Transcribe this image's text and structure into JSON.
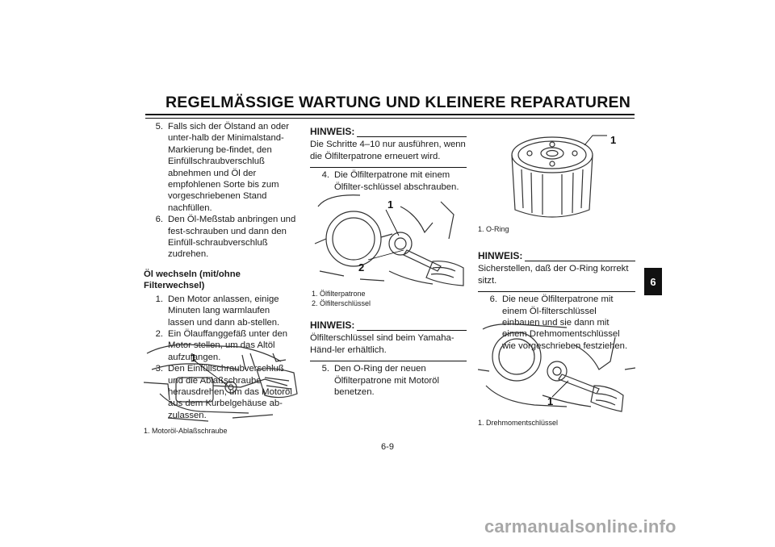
{
  "header": {
    "title": "REGELMÄSSIGE WARTUNG UND KLEINERE REPARATUREN"
  },
  "chapter_tab": "6",
  "column1": {
    "steps_top": [
      {
        "num": "5.",
        "text": "Falls sich der Ölstand an oder unter-halb der Minimalstand-Markierung be-findet, den Einfüllschraubverschluß abnehmen und Öl der empfohlenen Sorte bis zum vorgeschriebenen Stand nachfüllen."
      },
      {
        "num": "6.",
        "text": "Den Öl-Meßstab anbringen und fest-schrauben und dann den Einfüll-schraubverschluß zudrehen."
      }
    ],
    "section_heading": "Öl wechseln (mit/ohne Filterwechsel)",
    "steps": [
      {
        "num": "1.",
        "text": "Den Motor anlassen, einige Minuten lang warmlaufen lassen und dann ab-stellen."
      },
      {
        "num": "2.",
        "text": "Ein Ölauffanggefäß unter den Motor stellen, um das Altöl aufzufangen."
      },
      {
        "num": "3.",
        "text": "Den Einfüllschraubverschluß und die Ablaßschraube herausdrehen, um das Motoröl aus dem Kurbelgehäuse ab-zulassen."
      }
    ],
    "figure": {
      "callout": "1",
      "caption": "1. Motoröl-Ablaßschraube"
    }
  },
  "column2": {
    "note1": {
      "heading": "HINWEIS:",
      "body": "Die Schritte 4–10 nur ausführen, wenn die Ölfilterpatrone erneuert wird."
    },
    "step4": {
      "num": "4.",
      "text": "Die Ölfilterpatrone mit einem Ölfilter-schlüssel abschrauben."
    },
    "figure": {
      "callout1": "1",
      "callout2": "2",
      "captions": [
        "1. Ölfilterpatrone",
        "2. Ölfilterschlüssel"
      ]
    },
    "note2": {
      "heading": "HINWEIS:",
      "body": "Ölfilterschlüssel sind beim Yamaha-Händ-ler erhältlich."
    },
    "step5": {
      "num": "5.",
      "text": "Den O-Ring der neuen Ölfilterpatrone mit Motoröl benetzen."
    }
  },
  "column3": {
    "figure_top": {
      "callout": "1",
      "caption": "1. O-Ring"
    },
    "note": {
      "heading": "HINWEIS:",
      "body": "Sicherstellen, daß der O-Ring korrekt sitzt."
    },
    "step6": {
      "num": "6.",
      "text": "Die neue Ölfilterpatrone mit einem Öl-filterschlüssel einbauen und sie dann mit einem Drehmomentschlüssel wie vorgeschrieben festziehen."
    },
    "figure_bottom": {
      "callout": "1",
      "caption": "1. Drehmomentschlüssel"
    }
  },
  "footer": {
    "page_number": "6-9"
  },
  "watermark": "carmanualsonline.info"
}
